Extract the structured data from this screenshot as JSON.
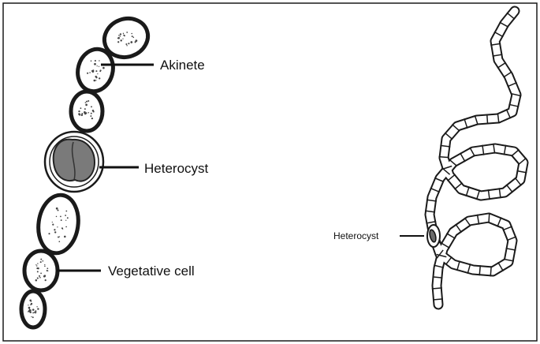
{
  "left_figure": {
    "labels": {
      "akinete": "Akinete",
      "heterocyst": "Heterocyst",
      "vegetative_cell": "Vegetative cell"
    }
  },
  "right_figure": {
    "labels": {
      "heterocyst": "Heterocyst"
    }
  },
  "colors": {
    "outline": "#1a1a1a",
    "heterocyst_fill": "#7a7a7a",
    "cell_fill": "#ffffff"
  }
}
